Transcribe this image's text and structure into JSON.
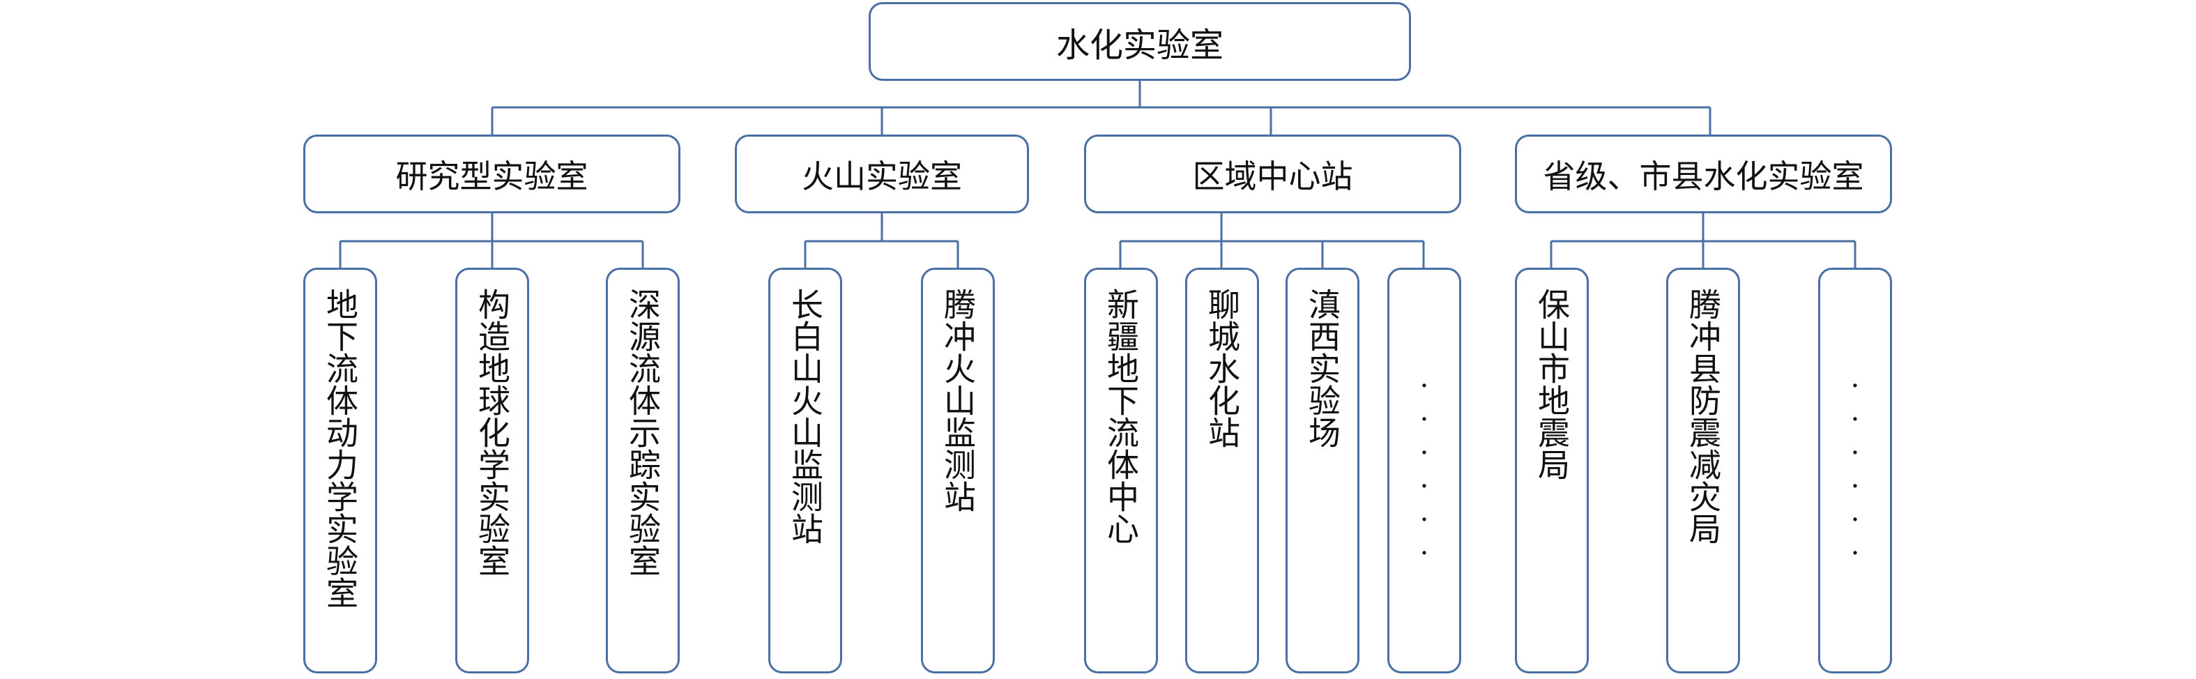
{
  "root": {
    "label": "水化实验室"
  },
  "groups": [
    {
      "label": "研究型实验室",
      "children": [
        "地下流体动力学实验室",
        "构造地球化学实验室",
        "深源流体示踪实验室"
      ]
    },
    {
      "label": "火山实验室",
      "children": [
        "长白山火山监测站",
        "腾冲火山监测站"
      ]
    },
    {
      "label": "区域中心站",
      "children": [
        "新疆地下流体中心",
        "聊城水化站",
        "滇西实验场",
        "······"
      ]
    },
    {
      "label": "省级、市县水化实验室",
      "children": [
        "保山市地震局",
        "腾冲县防震减灾局",
        "······"
      ]
    }
  ]
}
